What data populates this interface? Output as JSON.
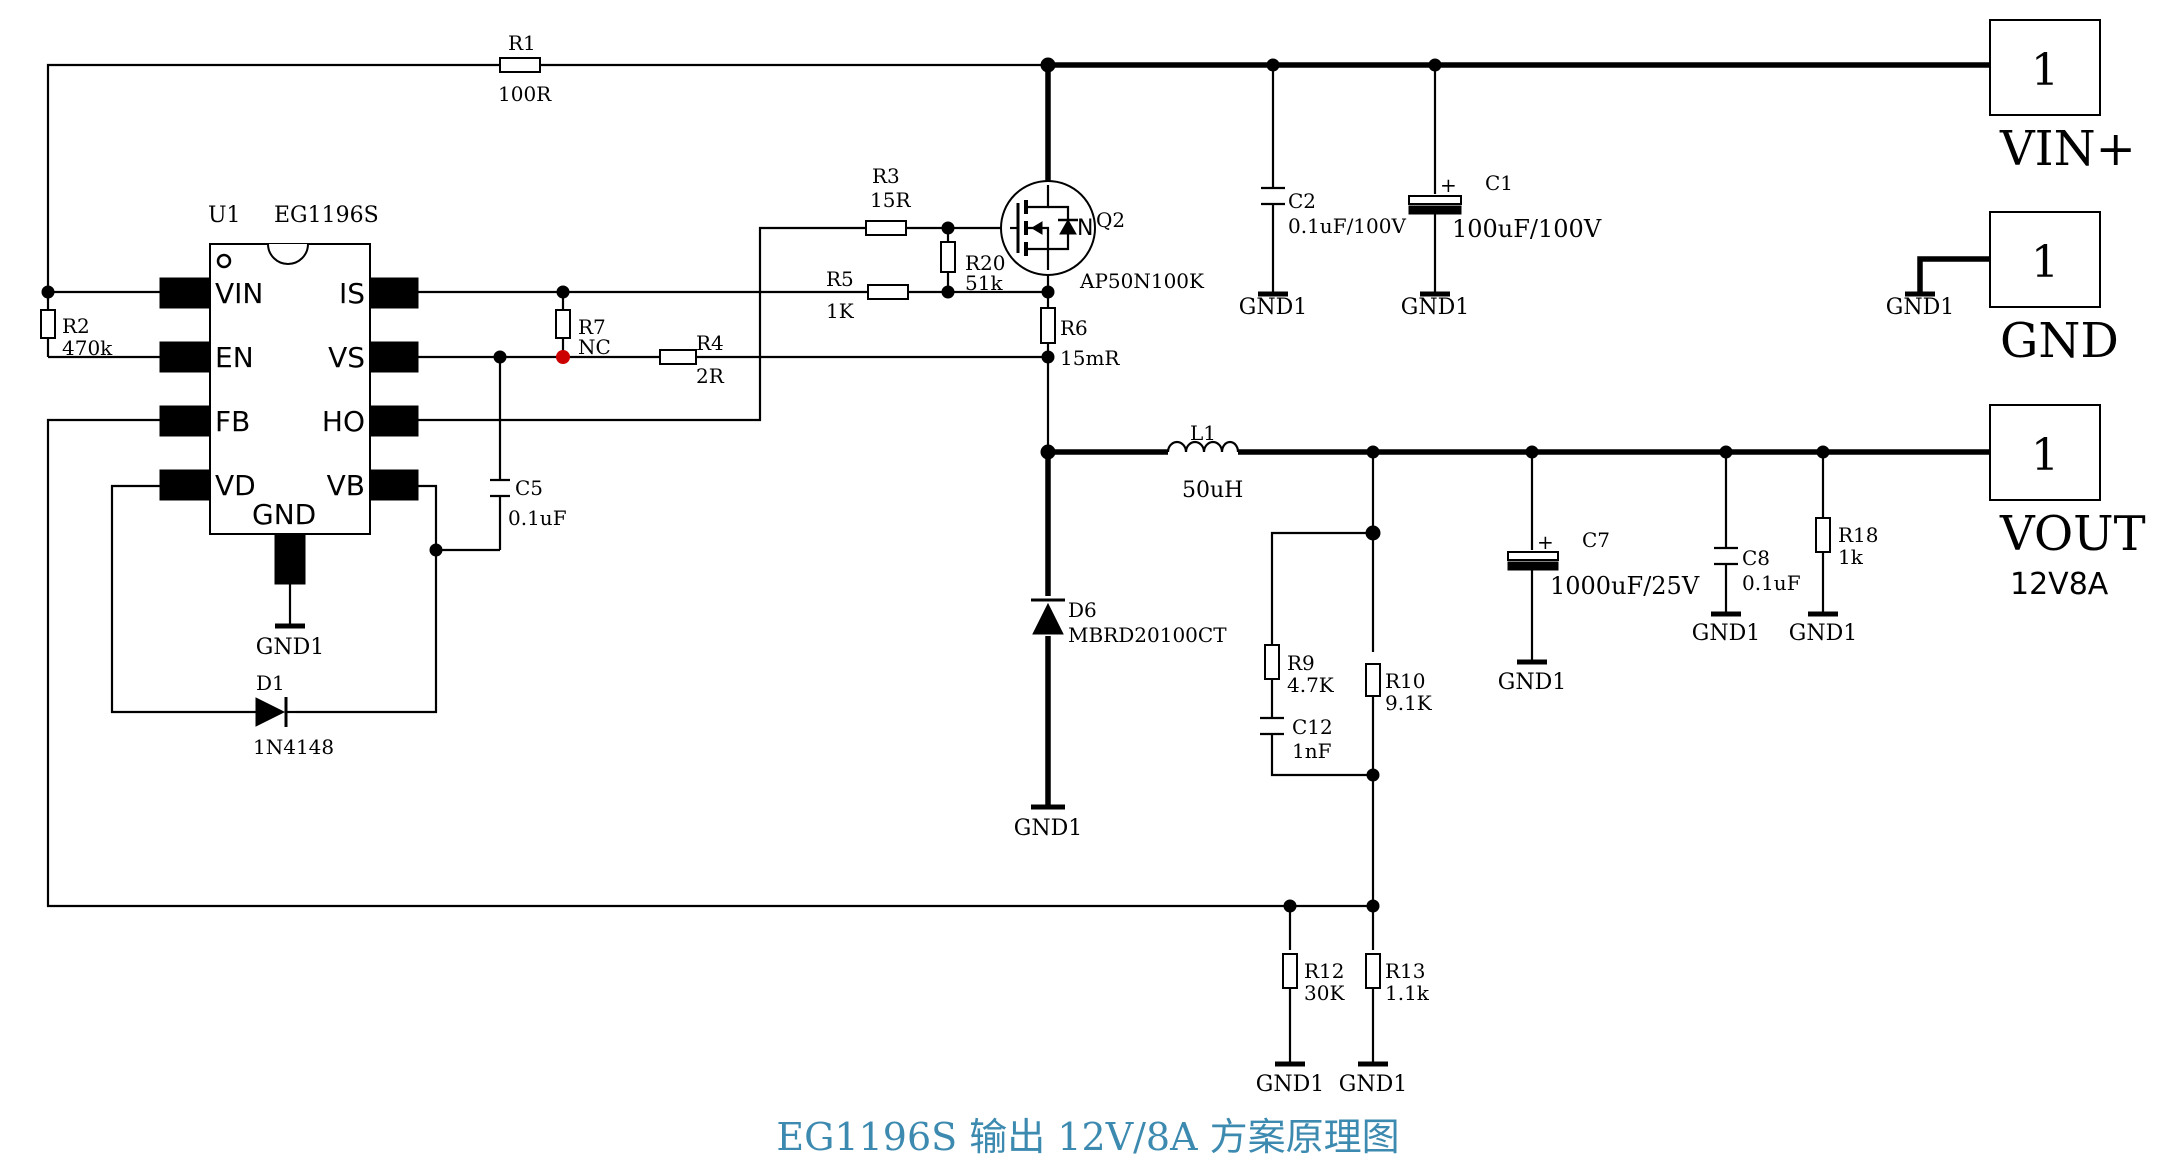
{
  "caption": "EG1196S 输出 12V/8A 方案原理图",
  "ic": {
    "ref": "U1",
    "part": "EG1196S",
    "pins": {
      "vin": "VIN",
      "en": "EN",
      "fb": "FB",
      "vd": "VD",
      "is": "IS",
      "vs": "VS",
      "ho": "HO",
      "vb": "VB",
      "gnd": "GND"
    }
  },
  "ground_label": "GND1",
  "parts": {
    "r1": {
      "ref": "R1",
      "value": "100R"
    },
    "r2": {
      "ref": "R2",
      "value": "470k"
    },
    "r3": {
      "ref": "R3",
      "value": "15R"
    },
    "r4": {
      "ref": "R4",
      "value": "2R"
    },
    "r5": {
      "ref": "R5",
      "value": "1K"
    },
    "r6": {
      "ref": "R6",
      "value": "15mR"
    },
    "r7": {
      "ref": "R7",
      "value": "NC"
    },
    "r9": {
      "ref": "R9",
      "value": "4.7K"
    },
    "r10": {
      "ref": "R10",
      "value": "9.1K"
    },
    "r12": {
      "ref": "R12",
      "value": "30K"
    },
    "r13": {
      "ref": "R13",
      "value": "1.1k"
    },
    "r18": {
      "ref": "R18",
      "value": "1k"
    },
    "r20": {
      "ref": "R20",
      "value": "51k"
    },
    "c1": {
      "ref": "C1",
      "value": "100uF/100V"
    },
    "c2": {
      "ref": "C2",
      "value": "0.1uF/100V"
    },
    "c5": {
      "ref": "C5",
      "value": "0.1uF"
    },
    "c7": {
      "ref": "C7",
      "value": "1000uF/25V"
    },
    "c8": {
      "ref": "C8",
      "value": "0.1uF"
    },
    "c12": {
      "ref": "C12",
      "value": "1nF"
    },
    "l1": {
      "ref": "L1",
      "value": "50uH"
    },
    "d1": {
      "ref": "D1",
      "value": "1N4148"
    },
    "d6": {
      "ref": "D6",
      "value": "MBRD20100CT"
    },
    "q2": {
      "ref": "Q2",
      "value": "AP50N100K",
      "type_letter": "N"
    }
  },
  "connectors": {
    "vin": {
      "pin": "1",
      "label": "VIN+"
    },
    "gnd": {
      "pin": "1",
      "label": "GND"
    },
    "vout": {
      "pin": "1",
      "label": "VOUT",
      "sublabel": "12V8A"
    }
  },
  "colors": {
    "caption": "#3d8ab0",
    "nc_junction": "#cc0000",
    "wire": "#000000"
  }
}
